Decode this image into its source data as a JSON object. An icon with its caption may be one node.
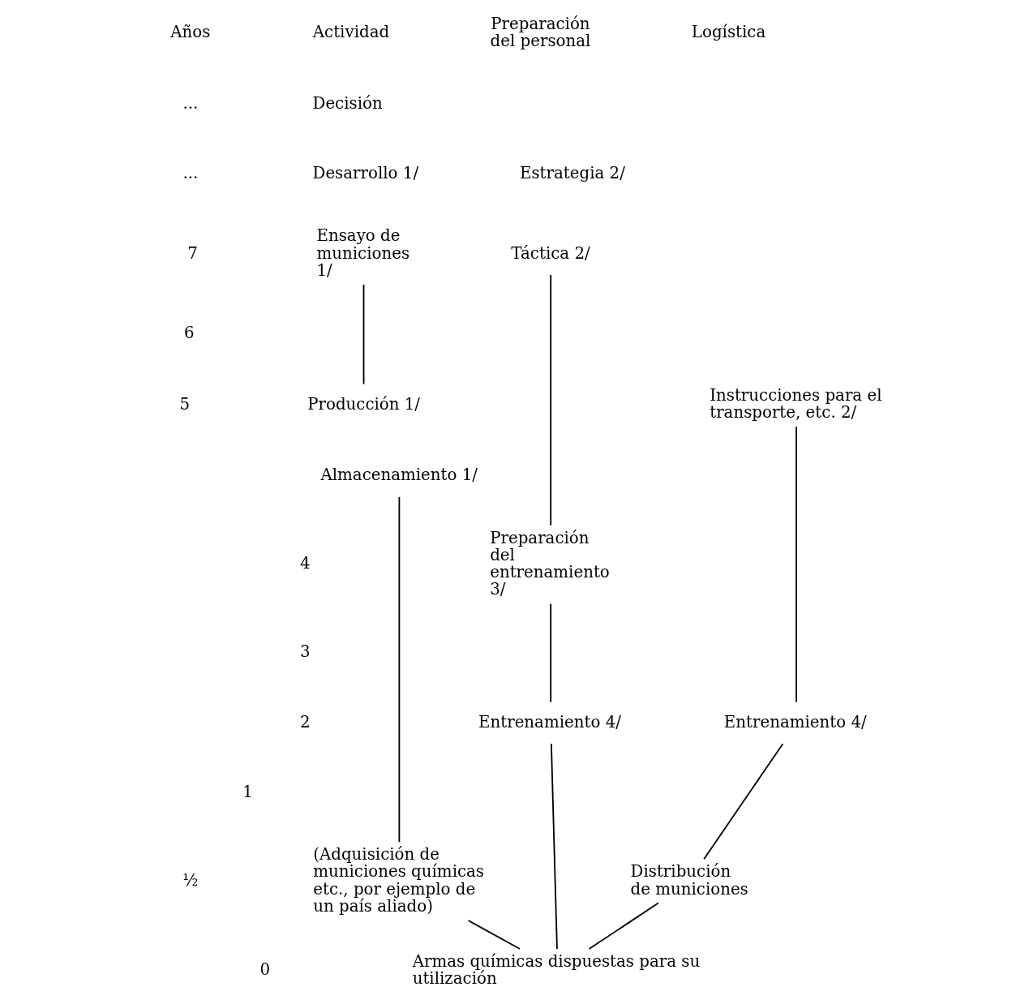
{
  "diagram": {
    "nodes": [
      {
        "text": [
          "Decisión"
        ]
      },
      {
        "text": [
          "Desarrollo 1/"
        ]
      },
      {
        "text": [
          "Estrategia 2/"
        ]
      },
      {
        "text": [
          "Ensayo de municiones 1/"
        ]
      },
      {
        "text": [
          "Táctica 2/"
        ]
      },
      {
        "text": [
          "Producción 1/"
        ]
      },
      {
        "text": [
          "Instrucciones para el transporte, etc. 2/"
        ]
      },
      {
        "text": [
          "Almacenamiento 1/"
        ]
      },
      {
        "text": [
          "Preparación del entrenamiento 3/"
        ]
      },
      {
        "text": [
          "Entrenamiento 4/"
        ]
      },
      {
        "text": [
          "Entrenamiento 4/"
        ]
      },
      {
        "text": [
          "(Adquisición de municiones químicas etc., por ejemplo de un país aliado)"
        ]
      },
      {
        "text": [
          "Distribución de municiones"
        ]
      },
      {
        "text": [
          "Armas químicas dispuestas para su utilización"
        ]
      }
    ],
    "edges": [
      {
        "from": 3,
        "to": 5,
        "arrow": "none"
      },
      {
        "from": 4,
        "to": 8,
        "arrow": "none"
      },
      {
        "from": 7,
        "to": 11,
        "arrow": "none"
      },
      {
        "from": 6,
        "to": 10,
        "arrow": "none"
      },
      {
        "from": 8,
        "to": 9,
        "arrow": "none"
      },
      {
        "from": 10,
        "to": 12,
        "arrow": "none"
      },
      {
        "from": 9,
        "to": 13,
        "arrow": "none"
      },
      {
        "from": 11,
        "to": 13,
        "arrow": "none"
      },
      {
        "from": 12,
        "to": 13,
        "arrow": "none"
      }
    ],
    "labels": [
      "Años",
      "Actividad",
      "Preparación del personal",
      "Logística",
      "...",
      "...",
      "7",
      "6",
      "5",
      "4",
      "3",
      "2",
      "1",
      "½",
      "0"
    ]
  }
}
